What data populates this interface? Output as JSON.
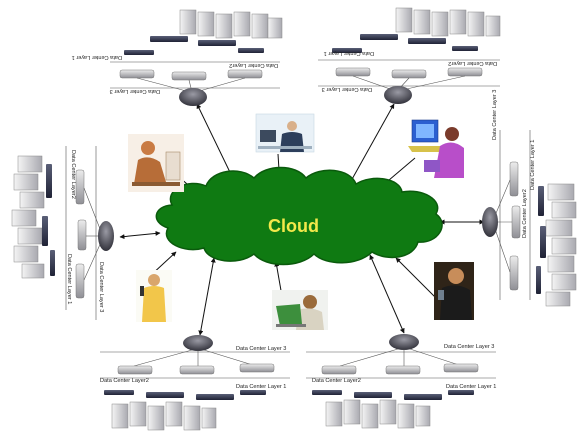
{
  "cloud": {
    "label": "Cloud",
    "color": "#0f7a12",
    "text_color": "#f2e84a"
  },
  "data_centers": {
    "top_left": {
      "layer1": "Data Center Layer 1",
      "layer2": "Data Center Layer2",
      "layer3": "Data Center Layer 3",
      "orientation": "upside-down"
    },
    "top_right": {
      "layer1": "Data Center Layer 1",
      "layer2": "Data Center Layer2",
      "layer3": "Data Center Layer 3",
      "orientation": "upside-down"
    },
    "left": {
      "layer1": "Data Center Layer 1",
      "layer2": "Data Center Layer2",
      "layer3": "Data Center Layer 3",
      "orientation": "rotated"
    },
    "right": {
      "layer1": "Data Center Layer 1",
      "layer2": "Data Center Layer2",
      "layer3": "Data Center Layer 3",
      "orientation": "rotated"
    },
    "bottom_left": {
      "layer1": "Data Center Layer 1",
      "layer2": "Data Center Layer2",
      "layer3": "Data Center Layer 3",
      "orientation": "upright"
    },
    "bottom_right": {
      "layer1": "Data Center Layer 1",
      "layer2": "Data Center Layer2",
      "layer3": "Data Center Layer 3",
      "orientation": "upright"
    }
  },
  "users": [
    {
      "name": "user-desk-headset-icon"
    },
    {
      "name": "user-office-worker-icon"
    },
    {
      "name": "user-computer-woman-icon"
    },
    {
      "name": "user-phone-woman-icon"
    },
    {
      "name": "user-laptop-woman-icon"
    },
    {
      "name": "user-mobile-woman-icon"
    }
  ]
}
